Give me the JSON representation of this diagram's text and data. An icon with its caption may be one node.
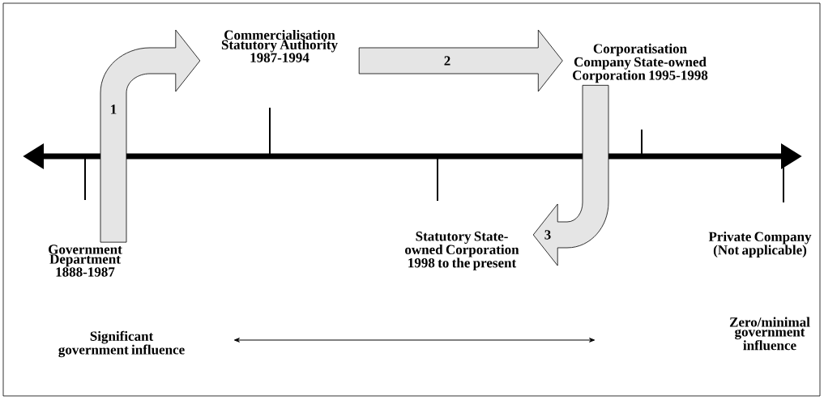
{
  "diagram": {
    "nodes": [
      {
        "text": [
          "Government Department 1888-1987"
        ]
      },
      {
        "text": [
          "Commercialisation Statutory Authority 1987-1994"
        ]
      },
      {
        "text": [
          "Corporatisation Company State-owned Corporation 1995-1998"
        ]
      },
      {
        "text": [
          "Statutory State-owned Corporation 1998 to the present"
        ]
      },
      {
        "text": [
          "Private Company (Not applicable)"
        ]
      }
    ],
    "edges": [
      {
        "from": 0,
        "to": 1,
        "arrow": "to",
        "label": "1",
        "style": "thick"
      },
      {
        "from": 1,
        "to": 2,
        "arrow": "to",
        "label": "2",
        "style": "thick"
      },
      {
        "from": 2,
        "to": 3,
        "arrow": "to",
        "label": "3",
        "style": "thick"
      }
    ],
    "labels": [
      "Significant government influence",
      "Zero/minimal government influence"
    ]
  }
}
